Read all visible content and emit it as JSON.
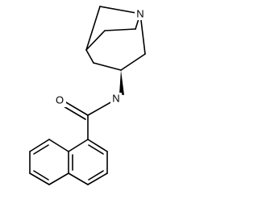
{
  "molecule": {
    "atom_labels": {
      "quinuclidine_nitrogen": "N",
      "amide_nitrogen": "N",
      "carbonyl_oxygen": "O"
    },
    "stereo_bond": "solid-wedge",
    "bond_color": "#000000",
    "background_color": "#ffffff"
  }
}
